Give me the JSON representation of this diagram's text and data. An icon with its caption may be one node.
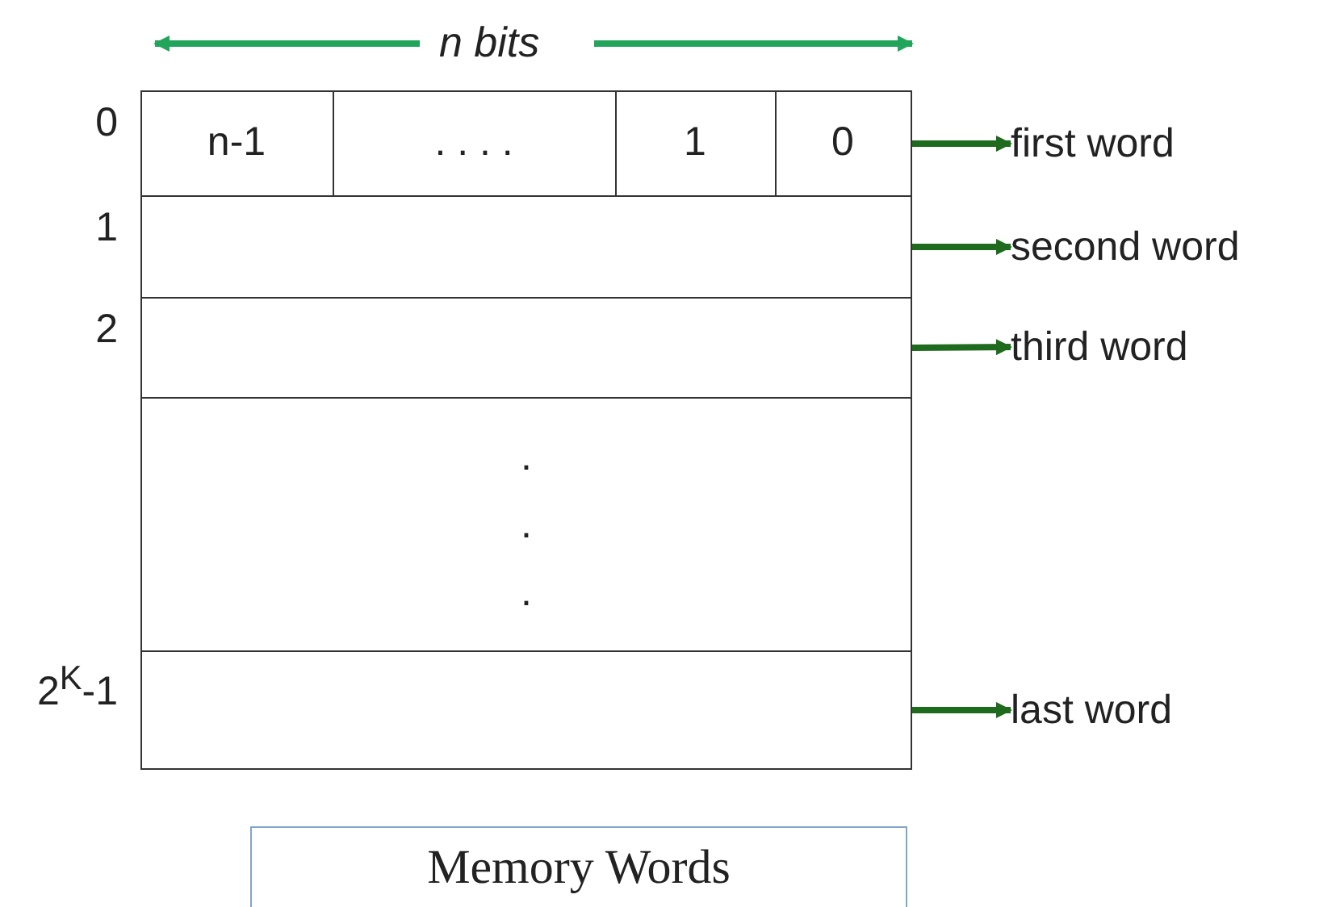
{
  "diagram": {
    "nodes": [
      {
        "text": [],
        "shape": "box",
        "beside": [
          "0"
        ]
      },
      {
        "text": [
          "n-1"
        ],
        "in": 0
      },
      {
        "text": [
          ". . . ."
        ],
        "in": 0
      },
      {
        "text": [
          "1"
        ],
        "in": 0
      },
      {
        "text": [
          "0"
        ],
        "in": 0
      },
      {
        "text": [],
        "shape": "box",
        "beside": [
          "1"
        ]
      },
      {
        "text": [],
        "shape": "box",
        "beside": [
          "2"
        ]
      },
      {
        "text": [
          ". . ."
        ]
      },
      {
        "text": [],
        "shape": "box",
        "beside": [
          "2$^{K}$-1"
        ]
      },
      {
        "text": [
          "first word"
        ]
      },
      {
        "text": [
          "second word"
        ]
      },
      {
        "text": [
          "third word"
        ]
      },
      {
        "text": [
          "last word"
        ]
      },
      {
        "text": [
          "Memory Words"
        ]
      }
    ],
    "edges": [
      {
        "from": 0,
        "to": 9,
        "arrow": "to"
      },
      {
        "from": 5,
        "to": 10,
        "arrow": "to"
      },
      {
        "from": 6,
        "to": 11,
        "arrow": "to"
      },
      {
        "from": 8,
        "to": 12,
        "arrow": "to"
      }
    ],
    "labels": [
      "n bits"
    ]
  }
}
